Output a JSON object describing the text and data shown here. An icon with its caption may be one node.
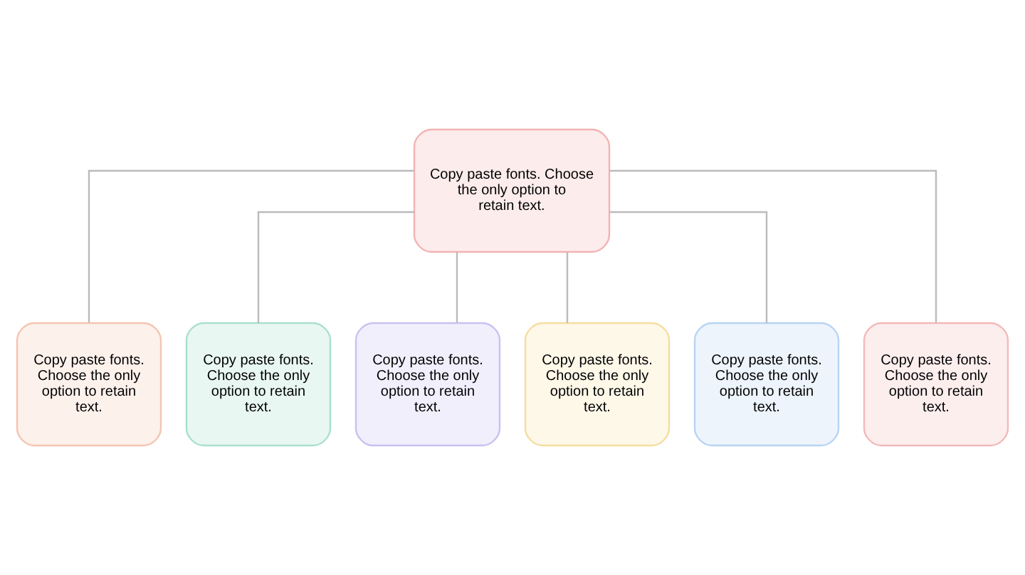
{
  "diagram": {
    "nodes": [
      {
        "text": [
          "Copy paste fonts. Choose the only option to retain text."
        ]
      },
      {
        "text": [
          "Copy paste fonts. Choose the only option to retain text."
        ]
      },
      {
        "text": [
          "Copy paste fonts. Choose the only option to retain text."
        ]
      },
      {
        "text": [
          "Copy paste fonts. Choose the only option to retain text."
        ]
      },
      {
        "text": [
          "Copy paste fonts. Choose the only option to retain text."
        ]
      },
      {
        "text": [
          "Copy paste fonts. Choose the only option to retain text."
        ]
      },
      {
        "text": [
          "Copy paste fonts. Choose the only option to retain text."
        ]
      }
    ],
    "edges": [
      {
        "from": 0,
        "to": 1,
        "arrow": "none"
      },
      {
        "from": 0,
        "to": 2,
        "arrow": "none"
      },
      {
        "from": 0,
        "to": 3,
        "arrow": "none"
      },
      {
        "from": 0,
        "to": 4,
        "arrow": "none"
      },
      {
        "from": 0,
        "to": 5,
        "arrow": "none"
      },
      {
        "from": 0,
        "to": 6,
        "arrow": "none"
      }
    ]
  }
}
